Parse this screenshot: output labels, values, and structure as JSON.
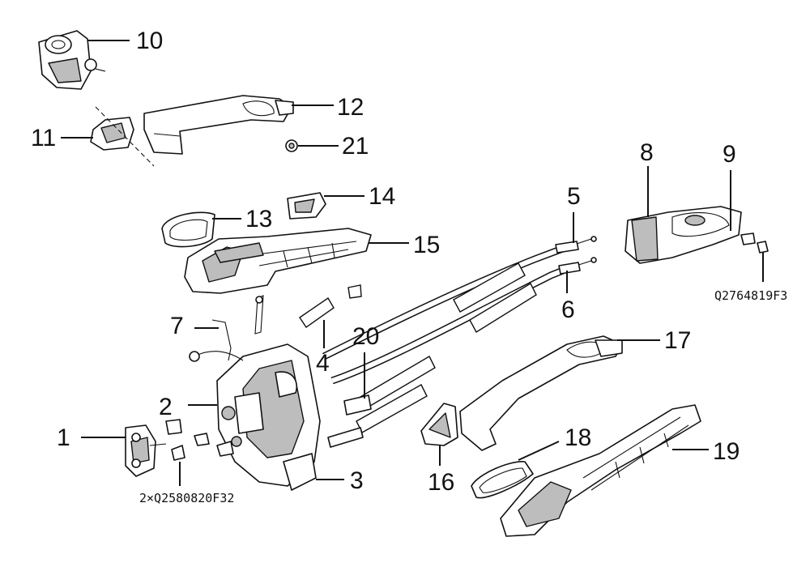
{
  "labels": {
    "p1": "1",
    "p2": "2",
    "p3": "3",
    "p4": "4",
    "p5": "5",
    "p6": "6",
    "p7": "7",
    "p8": "8",
    "p9": "9",
    "p10": "10",
    "p11": "11",
    "p12": "12",
    "p13": "13",
    "p14": "14",
    "p15": "15",
    "p16": "16",
    "p17": "17",
    "p18": "18",
    "p19": "19",
    "p20": "20",
    "p21": "21"
  },
  "codes": {
    "screw_right": "Q2764819F3",
    "screw_left": "2×Q2580820F32"
  }
}
